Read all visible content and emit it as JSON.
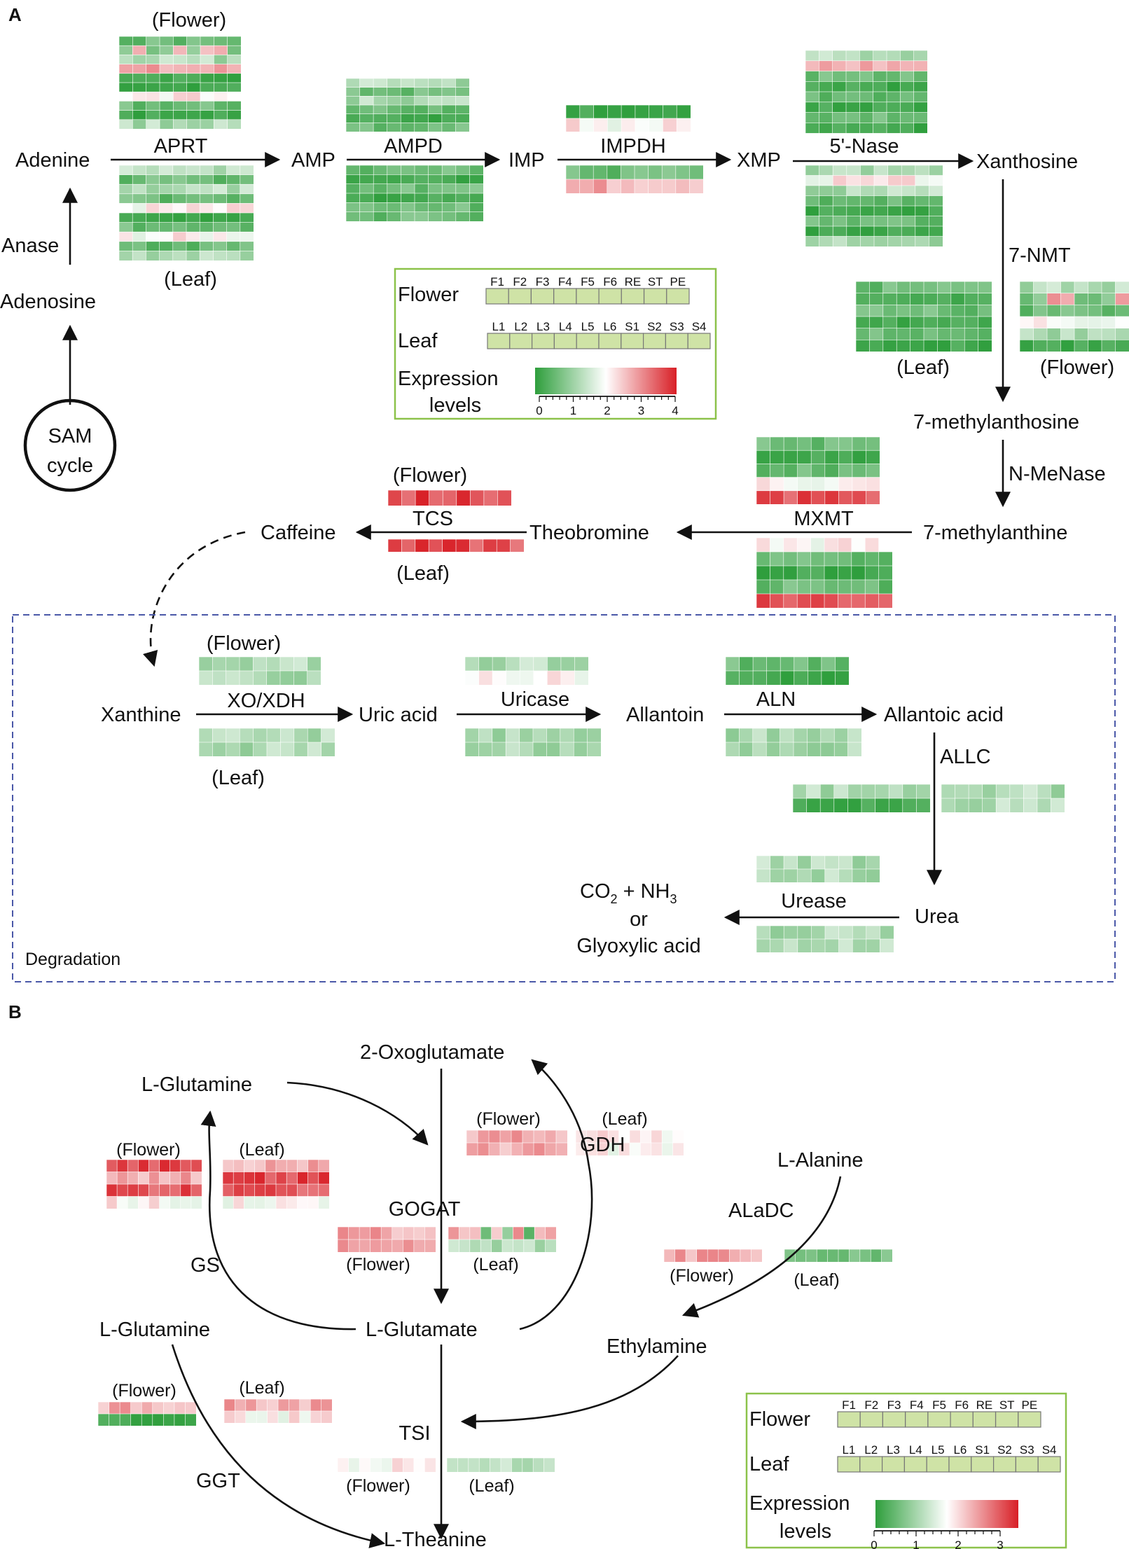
{
  "panels": {
    "a": "A",
    "b": "B"
  },
  "panel_a": {
    "nodes": {
      "adenine": "Adenine",
      "amp": "AMP",
      "imp": "IMP",
      "xmp": "XMP",
      "xanthosine": "Xanthosine",
      "adenosine": "Adenosine",
      "sam_line1": "SAM",
      "sam_line2": "cycle",
      "methylxanthosine": "7-methylanthosine",
      "methylxanthine": "7-methylanthine",
      "theobromine": "Theobromine",
      "caffeine": "Caffeine",
      "xanthine": "Xanthine",
      "uric_acid": "Uric acid",
      "allantoin": "Allantoin",
      "allantoic_acid": "Allantoic acid",
      "urea": "Urea",
      "products_line1": "CO",
      "products_sub1": "2",
      "products_plus": " + NH",
      "products_sub2": "3",
      "products_line2": "or",
      "products_line3": "Glyoxylic acid"
    },
    "enzymes": {
      "aprt": "APRT",
      "ampd": "AMPD",
      "impdh": "IMPDH",
      "nase5": "5'-Nase",
      "anase": "Anase",
      "nmt7": "7-NMT",
      "nmenase": "N-MeNase",
      "mxmt": "MXMT",
      "tcs": "TCS",
      "xoxdh": "XO/XDH",
      "uricase": "Uricase",
      "aln": "ALN",
      "allc": "ALLC",
      "urease": "Urease"
    },
    "tissue_labels": {
      "aprt_flower": "(Flower)",
      "aprt_leaf": "(Leaf)",
      "nmt_leaf": "(Leaf)",
      "nmt_flower": "(Flower)",
      "tcs_flower": "(Flower)",
      "tcs_leaf": "(Leaf)",
      "xo_flower": "(Flower)",
      "xo_leaf": "(Leaf)"
    },
    "degradation_label": "Degradation",
    "legend": {
      "flower": "Flower",
      "leaf": "Leaf",
      "expr_line1": "Expression",
      "expr_line2": "levels",
      "flower_samples": [
        "F1",
        "F2",
        "F3",
        "F4",
        "F5",
        "F6",
        "RE",
        "ST",
        "PE"
      ],
      "leaf_samples": [
        "L1",
        "L2",
        "L3",
        "L4",
        "L5",
        "L6",
        "S1",
        "S2",
        "S3",
        "S4"
      ],
      "ticks": [
        "0",
        "1",
        "2",
        "3",
        "4"
      ]
    }
  },
  "panel_b": {
    "nodes": {
      "oxoglutamate": "2-Oxoglutamate",
      "glutamine_top": "L-Glutamine",
      "glutamate": "L-Glutamate",
      "glutamine_bottom": "L-Glutamine",
      "alanine": "L-Alanine",
      "ethylamine": "Ethylamine",
      "theanine": "L-Theanine"
    },
    "enzymes": {
      "gogat": "GOGAT",
      "gdh": "GDH",
      "gs": "GS",
      "aladc": "ALaDC",
      "tsi": "TSI",
      "ggt": "GGT"
    },
    "tissue_labels": {
      "gs_flower": "(Flower)",
      "gs_leaf": "(Leaf)",
      "gdh_flower": "(Flower)",
      "gdh_leaf": "(Leaf)",
      "gogat_flower": "(Flower)",
      "gogat_leaf": "(Leaf)",
      "aladc_flower": "(Flower)",
      "aladc_leaf": "(Leaf)",
      "ggt_flower": "(Flower)",
      "ggt_leaf": "(Leaf)",
      "tsi_flower": "(Flower)",
      "tsi_leaf": "(Leaf)"
    },
    "legend": {
      "flower": "Flower",
      "leaf": "Leaf",
      "expr_line1": "Expression",
      "expr_line2": "levels",
      "flower_samples": [
        "F1",
        "F2",
        "F3",
        "F4",
        "F5",
        "F6",
        "RE",
        "ST",
        "PE"
      ],
      "leaf_samples": [
        "L1",
        "L2",
        "L3",
        "L4",
        "L5",
        "L6",
        "S1",
        "S2",
        "S3",
        "S4"
      ],
      "ticks": [
        "0",
        "1",
        "2",
        "3"
      ]
    }
  },
  "colors": {
    "arrow": "#111111",
    "heat_low": "#2e9e3c",
    "heat_mid": "#ffffff",
    "heat_high": "#d81f26",
    "legend_border": "#8cc24a",
    "dashed_box": "#4a58a8",
    "legend_cell": "#cfe3a6"
  }
}
